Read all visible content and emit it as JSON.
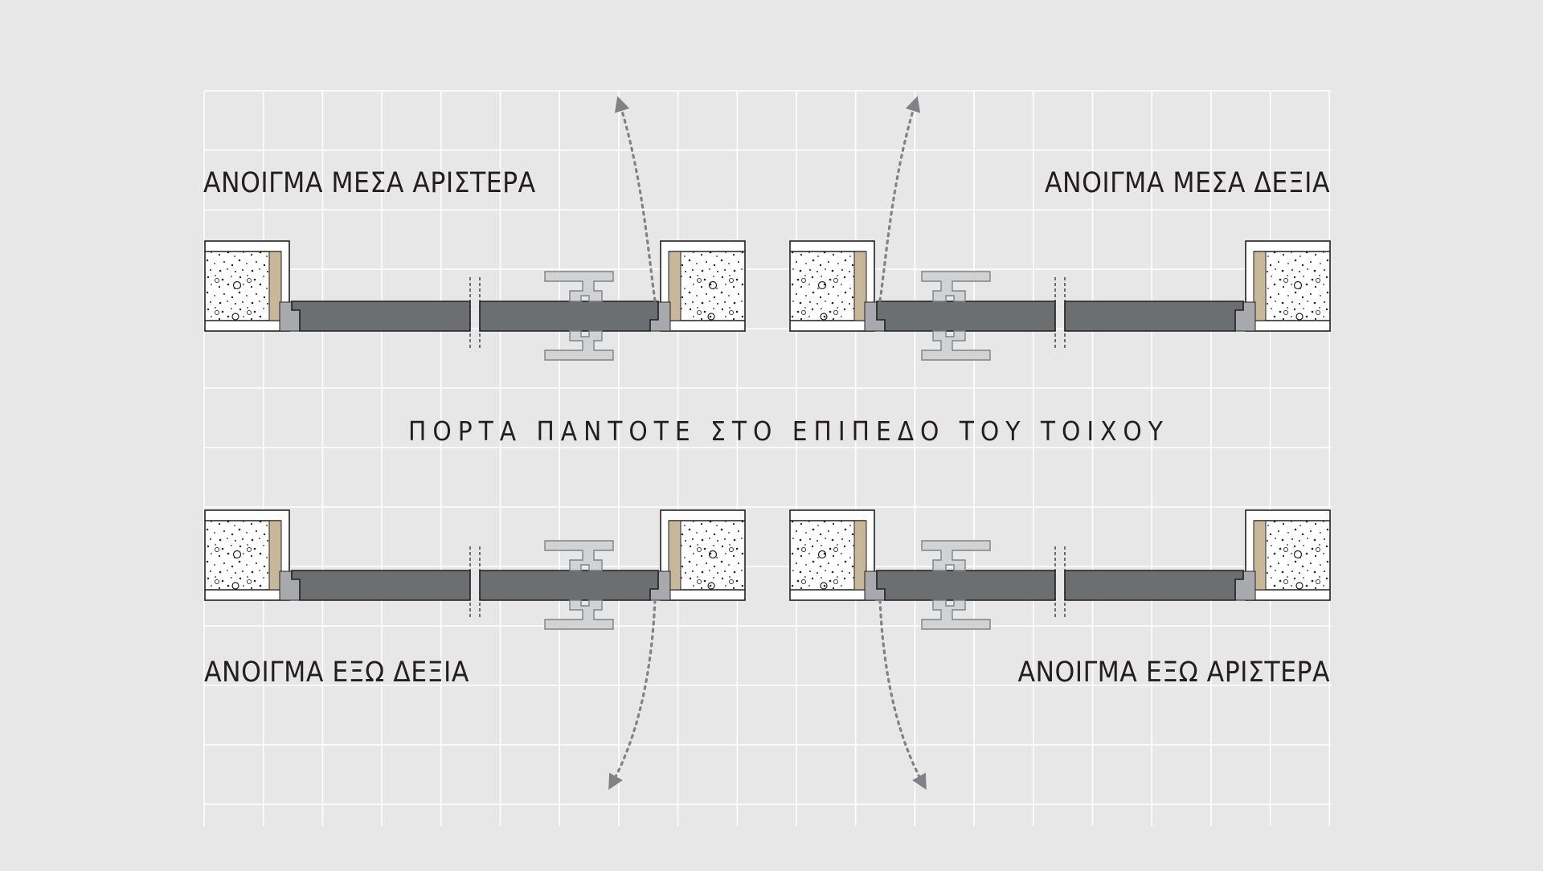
{
  "labels": {
    "top_left": "ΑΝΟΙΓΜΑ ΜΕΣΑ ΑΡΙΣΤΕΡΑ",
    "top_right": "ΑΝΟΙΓΜΑ ΜΕΣΑ ΔΕΞΙΑ",
    "center": "ΠΟΡΤΑ ΠΑΝΤΟΤΕ ΣΤΟ ΕΠΙΠΕΔΟ ΤΟΥ ΤΟΙΧΟΥ",
    "bottom_left": "ΑΝΟΙΓΜΑ ΕΞΩ ΔΕΞΙΑ",
    "bottom_right": "ΑΝΟΙΓΜΑ ΕΞΩ ΑΡΙΣΤΕΡΑ"
  },
  "colors": {
    "background": "#e7e7e8",
    "grid": "#ffffff",
    "door_leaf": "#6d6e70",
    "frame": "#a7a9ac",
    "handle": "#d1d2d4",
    "wood_trim": "#c8b89a",
    "wall_fill": "#ffffff",
    "arrow": "#808285"
  }
}
